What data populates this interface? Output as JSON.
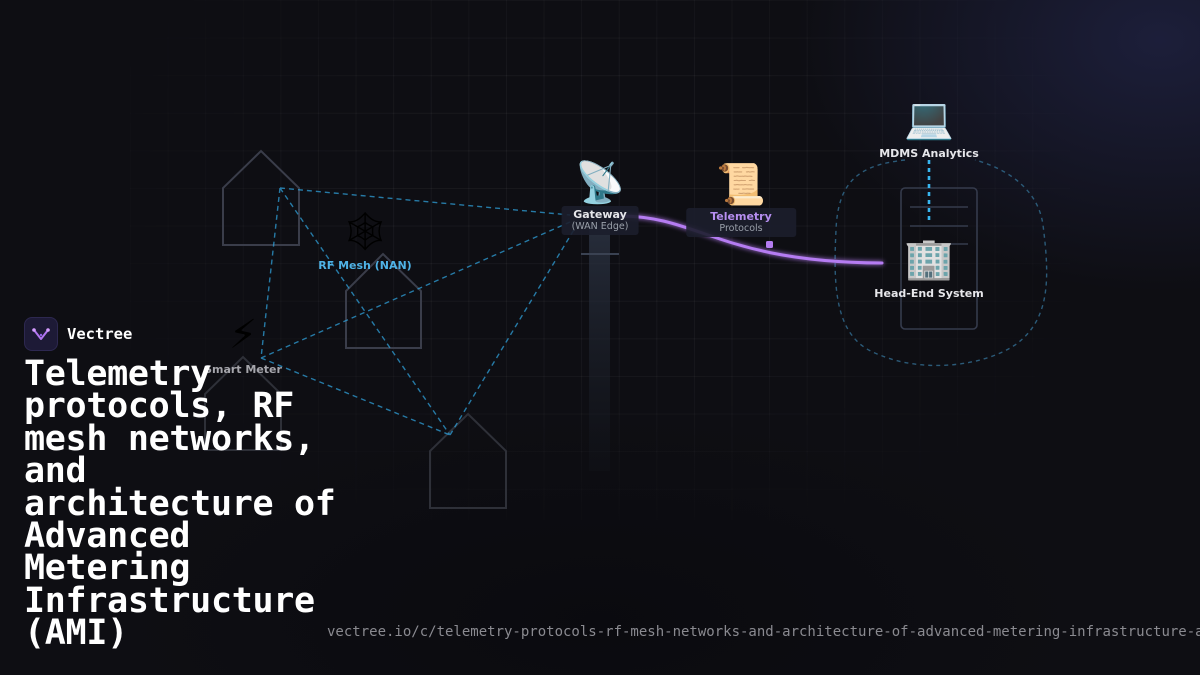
{
  "brand": {
    "name": "Vectree"
  },
  "title": "Telemetry protocols, RF mesh networks, and architecture of Advanced Metering Infrastructure (AMI)",
  "url": "vectree.io/c/telemetry-protocols-rf-mesh-networks-and-architecture-of-advanced-metering-infrastructure-a",
  "nodes": {
    "smart_meter": {
      "icon": "⚡",
      "icon_name": "lightning-icon",
      "label": "Smart Meter"
    },
    "rf_mesh": {
      "icon": "🕸",
      "icon_name": "spider-web-icon",
      "label": "RF Mesh (NAN)"
    },
    "gateway": {
      "icon": "📡",
      "icon_name": "satellite-dish-icon",
      "label": "Gateway",
      "sub": "(WAN Edge)"
    },
    "telemetry": {
      "icon": "📜",
      "icon_name": "scroll-icon",
      "label": "Telemetry",
      "sub": "Protocols"
    },
    "mdms": {
      "icon": "💻",
      "icon_name": "laptop-icon",
      "label": "MDMS Analytics"
    },
    "head_end": {
      "icon": "🏢",
      "icon_name": "office-building-icon",
      "label": "Head-End System"
    }
  },
  "colors": {
    "mesh_line": "#2f9fd8",
    "telemetry_line": "#b57cf2",
    "mdms_link": "#38b6f0",
    "house_outline": "#3a3d4a",
    "background": "#0e0e13"
  }
}
